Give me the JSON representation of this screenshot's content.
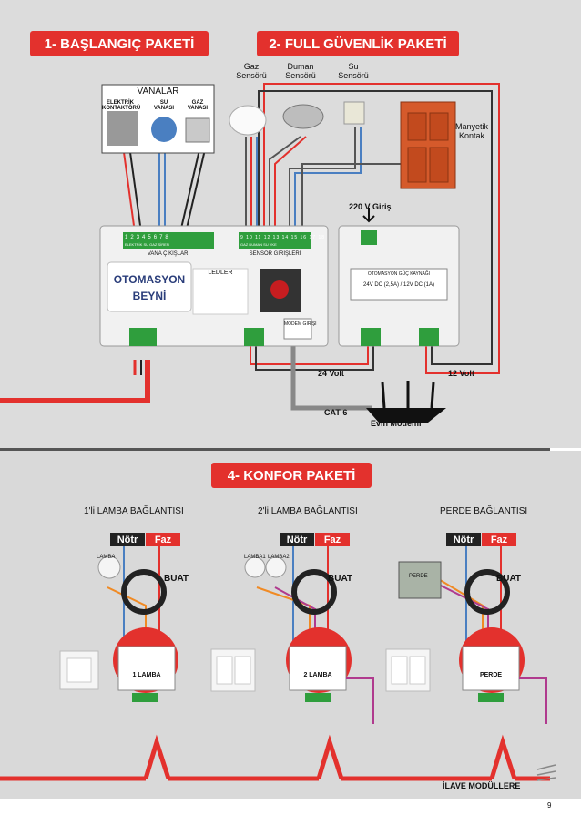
{
  "headers": {
    "basic": "1- BAŞLANGIÇ PAKETİ",
    "full": "2- FULL GÜVENLİK PAKETİ",
    "comfort": "4- KONFOR PAKETİ"
  },
  "sensors": {
    "gas": [
      "Gaz",
      "Sensörü"
    ],
    "smoke": [
      "Duman",
      "Sensörü"
    ],
    "water": [
      "Su",
      "Sensörü"
    ],
    "magnetic": [
      "Manyetik",
      "Kontak"
    ]
  },
  "valves": {
    "title": "VANALAR",
    "electric": [
      "ELEKTRİK",
      "KONTAKTÖRÜ"
    ],
    "water": [
      "SU",
      "VANASI"
    ],
    "gas": [
      "GAZ",
      "VANASI"
    ]
  },
  "brain": {
    "name_line1": "OTOMASYON",
    "name_line2": "BEYNİ",
    "leds_title": "LEDLER",
    "valve_outputs": "VANA ÇIKIŞLARI",
    "sensor_inputs": "SENSÖR GİRİŞLERİ",
    "modem_label": "MODEM GİRİŞİ",
    "terminal_numbers": [
      "1",
      "2",
      "3",
      "4",
      "5",
      "6",
      "7",
      "8"
    ],
    "sensor_numbers": [
      "9",
      "10",
      "11",
      "12",
      "13",
      "14",
      "15",
      "16",
      "17",
      "18"
    ],
    "valve_terminal_groups": [
      "ELEKTRİK",
      "SU",
      "GAZ",
      "SİREN"
    ],
    "sensor_terminal_groups": [
      "GAZ",
      "DUMAN",
      "SU",
      "YKE"
    ]
  },
  "power_supply": {
    "title": "OTOMASYON GÜÇ KAYNAĞI",
    "spec": "24V DC (2,5A) / 12V DC (1A)",
    "input": "220 V Giriş"
  },
  "connections": {
    "v24": "24 Volt",
    "v12": "12 Volt",
    "cat6": "CAT 6",
    "modem": "Evin Modemi"
  },
  "comfort": {
    "one_lamp": "1'li LAMBA BAĞLANTISI",
    "two_lamp": "2'li LAMBA BAĞLANTISI",
    "curtain": "PERDE BAĞLANTISI",
    "neutral": "Nötr",
    "phase": "Faz",
    "junction": "BUAT",
    "lamp": "LAMBA",
    "lamp1": "LAMBA1",
    "lamp2": "LAMBA2",
    "curtain_label": "PERDE",
    "module1": "1 LAMBA",
    "module2": "2 LAMBA",
    "module3": "PERDE",
    "extra": "İLAVE MODÜLLERE"
  },
  "page_number": "9",
  "colors": {
    "accent": "#e3312d",
    "wire_blue": "#4a7fc1",
    "wire_orange": "#f08a24",
    "wire_purple": "#b03a8e"
  }
}
